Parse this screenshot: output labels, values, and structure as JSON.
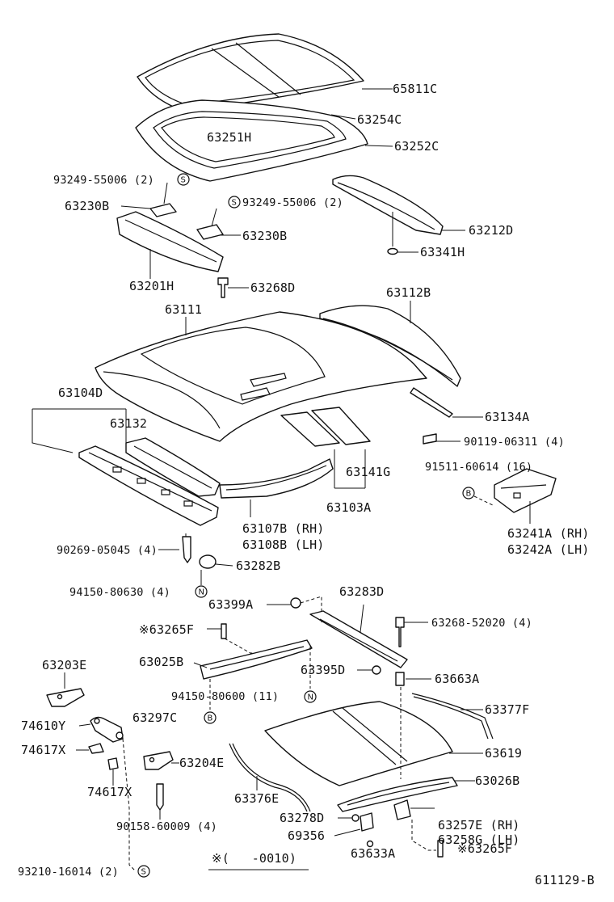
{
  "diagram": {
    "footnote": "※(   -0010)",
    "figure_id": "611129-B",
    "circle_marks": {
      "S": "S",
      "B": "B",
      "N": "N"
    },
    "labels": {
      "l65811C": "65811C",
      "l63254C": "63254C",
      "l63251H": "63251H",
      "l63252C": "63252C",
      "l93249a": "93249-55006 (2)",
      "l63230Ba": "63230B",
      "l93249b": "93249-55006 (2)",
      "l63230Bb": "63230B",
      "l63212D": "63212D",
      "l63341H": "63341H",
      "l63201H": "63201H",
      "l63268D": "63268D",
      "l63111": "63111",
      "l63112B": "63112B",
      "l63104D": "63104D",
      "l63132": "63132",
      "l63134A": "63134A",
      "l90119": "90119-06311 (4)",
      "l91511": "91511-60614 (16)",
      "l63141G": "63141G",
      "l63103A": "63103A",
      "l63107B": "63107B (RH)",
      "l63108B": "63108B (LH)",
      "l63241A": "63241A (RH)",
      "l63242A": "63242A (LH)",
      "l90269": "90269-05045 (4)",
      "l63282B": "63282B",
      "l94150a": "94150-80630 (4)",
      "l63399A": "63399A",
      "l63283D": "63283D",
      "l63265Fa": "※63265F",
      "l63268_52020": "63268-52020 (4)",
      "l63203E": "63203E",
      "l63025B": "63025B",
      "l63395D": "63395D",
      "l63663A": "63663A",
      "l94150b": "94150-80600 (11)",
      "l63297C": "63297C",
      "l63377F": "63377F",
      "l74610Y": "74610Y",
      "l74617Xa": "74617X",
      "l63204E": "63204E",
      "l63619": "63619",
      "l74617Xb": "74617X",
      "l63026B": "63026B",
      "l63376E": "63376E",
      "l63278D": "63278D",
      "l63257E": "63257E (RH)",
      "l63258G": "63258G (LH)",
      "l90158": "90158-60009 (4)",
      "l69356": "69356",
      "l63633A": "63633A",
      "l63265Fb": "※63265F",
      "l93210": "93210-16014 (2)"
    }
  }
}
